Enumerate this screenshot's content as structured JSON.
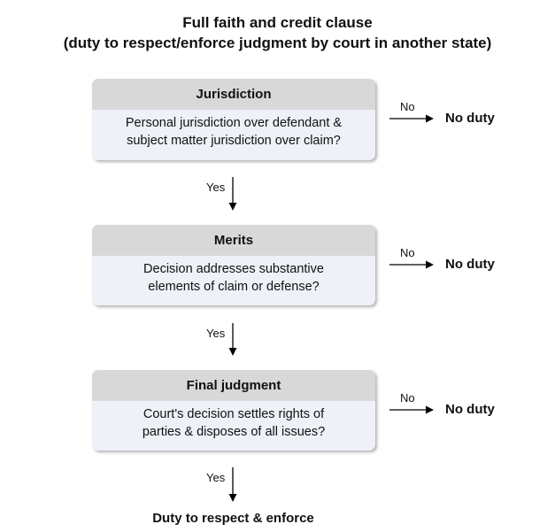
{
  "title": {
    "line1": "Full faith and credit clause",
    "line2": "(duty to respect/enforce judgment by court in another state)"
  },
  "steps": [
    {
      "heading": "Jurisdiction",
      "question_lines": [
        "Personal jurisdiction over defendant &",
        "subject matter jurisdiction over claim?"
      ],
      "no_label": "No",
      "no_result": "No duty",
      "yes_label": "Yes"
    },
    {
      "heading": "Merits",
      "question_lines": [
        "Decision addresses substantive",
        "elements of claim or defense?"
      ],
      "no_label": "No",
      "no_result": "No duty",
      "yes_label": "Yes"
    },
    {
      "heading": "Final judgment",
      "question_lines": [
        "Court's decision settles rights of",
        "parties & disposes of all issues?"
      ],
      "no_label": "No",
      "no_result": "No duty",
      "yes_label": "Yes"
    }
  ],
  "outcome": "Duty to respect & enforce"
}
